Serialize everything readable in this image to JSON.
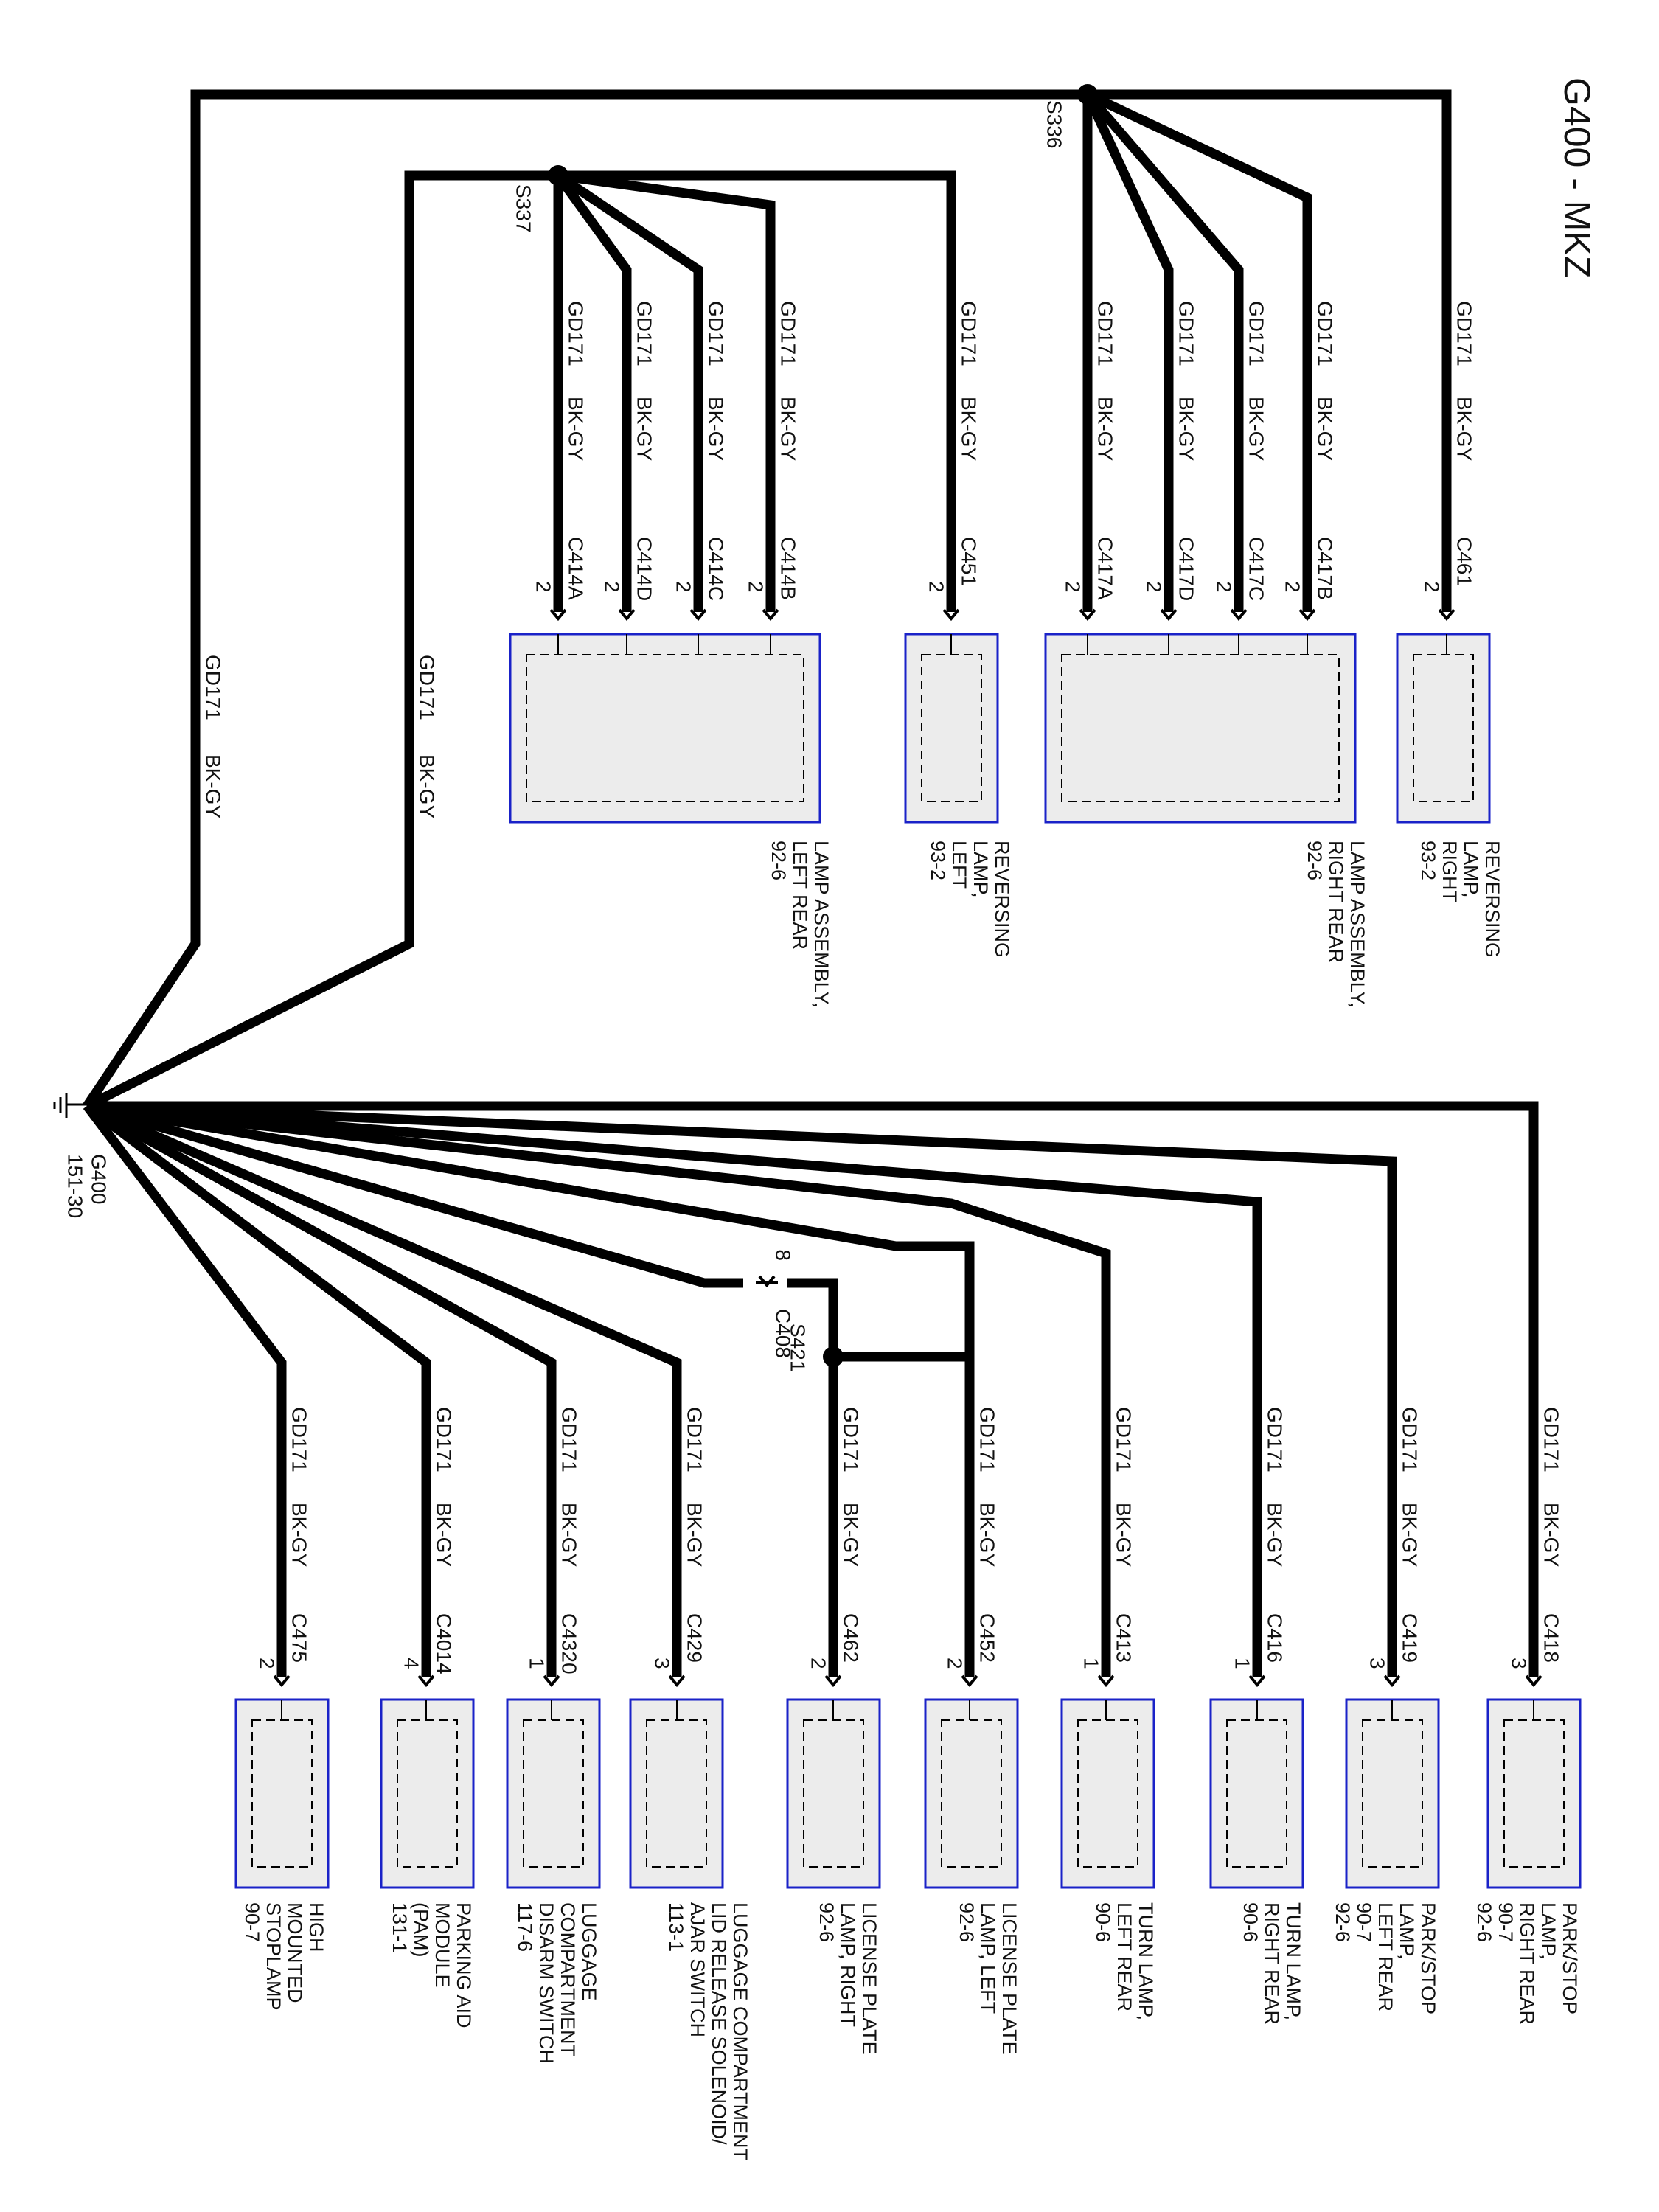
{
  "title": "G400 - MKZ",
  "ground": {
    "name": "G400",
    "ref": "151-30"
  },
  "wire": {
    "circuit": "GD171",
    "color": "BK-GY"
  },
  "splices": {
    "s336": "S336",
    "s337": "S337",
    "s421": "S421"
  },
  "inline_connector": {
    "name": "C408",
    "pin": "8"
  },
  "components": [
    {
      "id": "reversing_right",
      "label": "REVERSING\nLAMP,\nRIGHT\n93-2",
      "connectors": [
        {
          "name": "C461",
          "pin": "2"
        }
      ]
    },
    {
      "id": "lamp_assy_right_rear",
      "label": "LAMP ASSEMBLY,\nRIGHT REAR\n92-6",
      "connectors": [
        {
          "name": "C417B",
          "pin": "2"
        },
        {
          "name": "C417C",
          "pin": "2"
        },
        {
          "name": "C417D",
          "pin": "2"
        },
        {
          "name": "C417A",
          "pin": "2"
        }
      ]
    },
    {
      "id": "reversing_left",
      "label": "REVERSING\nLAMP,\nLEFT\n93-2",
      "connectors": [
        {
          "name": "C451",
          "pin": "2"
        }
      ]
    },
    {
      "id": "lamp_assy_left_rear",
      "label": "LAMP ASSEMBLY,\nLEFT REAR\n92-6",
      "connectors": [
        {
          "name": "C414B",
          "pin": "2"
        },
        {
          "name": "C414C",
          "pin": "2"
        },
        {
          "name": "C414D",
          "pin": "2"
        },
        {
          "name": "C414A",
          "pin": "2"
        }
      ]
    },
    {
      "id": "park_stop_right_rear",
      "label": "PARK/STOP\nLAMP,\nRIGHT REAR\n90-7\n92-6",
      "connectors": [
        {
          "name": "C418",
          "pin": "3"
        }
      ]
    },
    {
      "id": "park_stop_left_rear",
      "label": "PARK/STOP\nLAMP,\nLEFT REAR\n90-7\n92-6",
      "connectors": [
        {
          "name": "C419",
          "pin": "3"
        }
      ]
    },
    {
      "id": "turn_right_rear",
      "label": "TURN LAMP,\nRIGHT REAR\n90-6",
      "connectors": [
        {
          "name": "C416",
          "pin": "1"
        }
      ]
    },
    {
      "id": "turn_left_rear",
      "label": "TURN LAMP,\nLEFT REAR\n90-6",
      "connectors": [
        {
          "name": "C413",
          "pin": "1"
        }
      ]
    },
    {
      "id": "license_left",
      "label": "LICENSE PLATE\nLAMP, LEFT\n92-6",
      "connectors": [
        {
          "name": "C452",
          "pin": "2"
        }
      ]
    },
    {
      "id": "license_right",
      "label": "LICENSE PLATE\nLAMP, RIGHT\n92-6",
      "connectors": [
        {
          "name": "C462",
          "pin": "2"
        }
      ]
    },
    {
      "id": "luggage_lid",
      "label": "LUGGAGE COMPARTMENT\nLID RELEASE SOLENOID/\nAJAR SWITCH\n113-1",
      "connectors": [
        {
          "name": "C429",
          "pin": "3"
        }
      ]
    },
    {
      "id": "luggage_disarm",
      "label": "LUGGAGE\nCOMPARTMENT\nDISARM SWITCH\n117-6",
      "connectors": [
        {
          "name": "C4320",
          "pin": "1"
        }
      ]
    },
    {
      "id": "pam",
      "label": "PARKING AID\nMODULE\n(PAM)\n131-1",
      "connectors": [
        {
          "name": "C4014",
          "pin": "4"
        }
      ]
    },
    {
      "id": "chmsl",
      "label": "HIGH\nMOUNTED\nSTOPLAMP\n90-7",
      "connectors": [
        {
          "name": "C475",
          "pin": "2"
        }
      ]
    }
  ]
}
